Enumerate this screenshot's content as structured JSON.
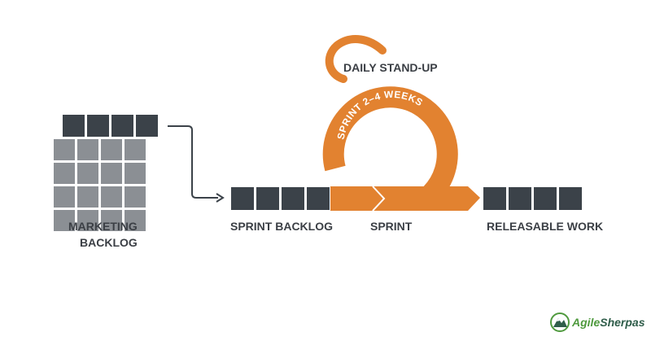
{
  "labels": {
    "marketing_backlog": [
      "MARKETING",
      "BACKLOG"
    ],
    "sprint_backlog": "SPRINT BACKLOG",
    "sprint": "SPRINT",
    "releasable_work": "RELEASABLE WORK",
    "daily_standup": "DAILY STAND-UP",
    "sprint_cycle": "SPRINT 2–4 WEEKS"
  },
  "logo": {
    "part1": "Agile",
    "part2": "Sherpas"
  },
  "colors": {
    "dark_block": "#3b4249",
    "grey_block": "#8b8f94",
    "orange": "#e28230",
    "label": "#3b3f45",
    "logo_green": "#4f9a3e",
    "logo_dark": "#2f5d4a"
  }
}
